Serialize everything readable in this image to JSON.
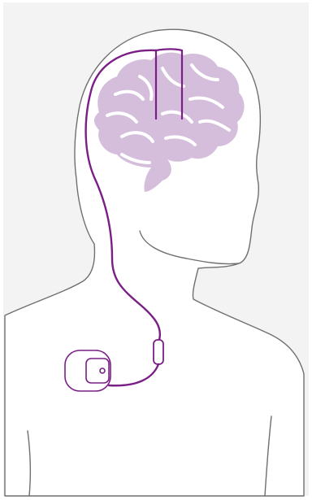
{
  "diagram": {
    "colors": {
      "background_panel": "#f3f3f3",
      "silhouette_outline": "#6f6f6f",
      "brain_fill": "#d5bddc",
      "lead_wire": "#7a1f86",
      "device_outline": "#7a1f86"
    },
    "parts": [
      "head-and-shoulders-silhouette",
      "brain",
      "implanted-leads",
      "extension-wire",
      "connector",
      "stimulator-device"
    ]
  }
}
